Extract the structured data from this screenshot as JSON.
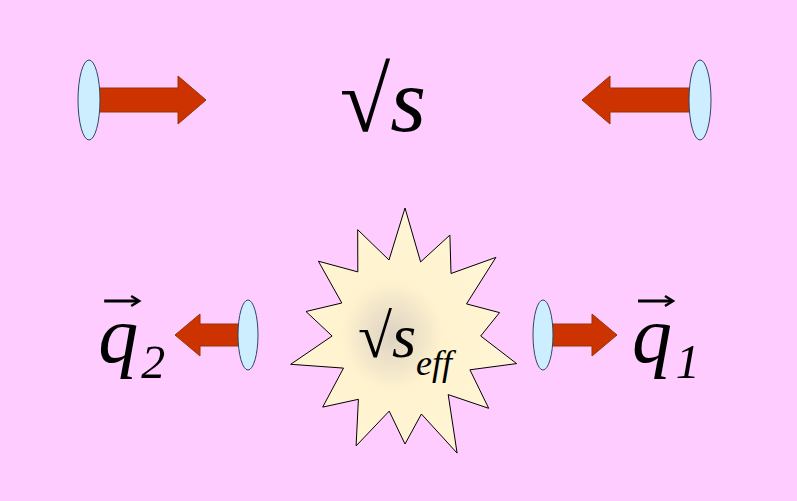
{
  "diagram": {
    "nodes": [
      {
        "text": [
          "√s",
          "eff"
        ]
      }
    ],
    "labels": [
      "√s",
      "q₂",
      "q₁"
    ]
  }
}
